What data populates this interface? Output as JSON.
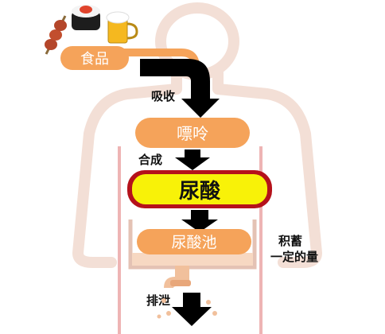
{
  "food_label": "食品",
  "absorb_label": "吸收",
  "purine_label": "嘌呤",
  "synthesis_label": "合成",
  "uric_acid_label": "尿酸",
  "uric_pool_label": "尿酸池",
  "accumulate_line1": "积蓄",
  "accumulate_line2": "一定的量",
  "excrete_label": "排泄",
  "colors": {
    "body_outline": "#f3dfd6",
    "orange": "#f5a35a",
    "yellow": "#f8f208",
    "red_ring": "#b5121b",
    "pink_line": "#eeb4b4",
    "arrow": "#000000"
  }
}
